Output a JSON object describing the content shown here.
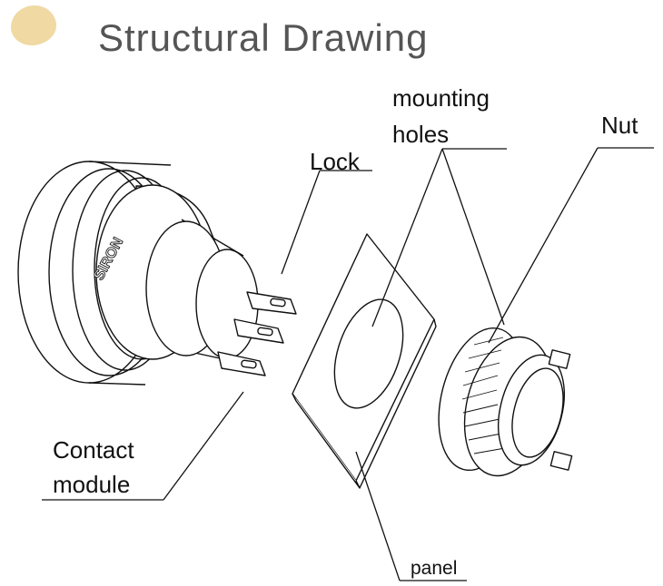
{
  "title": "Structural Drawing",
  "labels": {
    "mounting_holes_line1": "mounting",
    "mounting_holes_line2": "holes",
    "nut": "Nut",
    "lock": "Lock",
    "contact_module_line1": "Contact",
    "contact_module_line2": "module",
    "panel": "panel"
  },
  "brand_mark": "SIRON",
  "colors": {
    "title": "#555555",
    "accent_blob": "#f0d9a3",
    "stroke": "#111111",
    "fill": "#ffffff"
  }
}
